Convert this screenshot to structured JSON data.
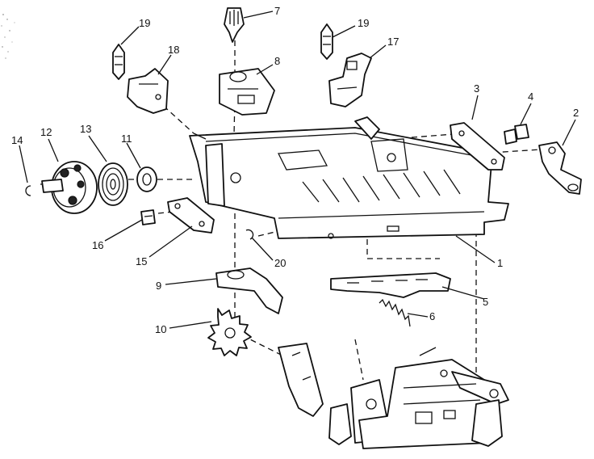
{
  "diagram": {
    "callouts": [
      {
        "id": "1",
        "label": "1"
      },
      {
        "id": "2",
        "label": "2"
      },
      {
        "id": "3",
        "label": "3"
      },
      {
        "id": "4",
        "label": "4"
      },
      {
        "id": "5",
        "label": "5"
      },
      {
        "id": "6",
        "label": "6"
      },
      {
        "id": "7",
        "label": "7"
      },
      {
        "id": "8",
        "label": "8"
      },
      {
        "id": "9",
        "label": "9"
      },
      {
        "id": "10",
        "label": "10"
      },
      {
        "id": "11",
        "label": "11"
      },
      {
        "id": "12",
        "label": "12"
      },
      {
        "id": "13",
        "label": "13"
      },
      {
        "id": "14",
        "label": "14"
      },
      {
        "id": "15",
        "label": "15"
      },
      {
        "id": "16",
        "label": "16"
      },
      {
        "id": "17",
        "label": "17"
      },
      {
        "id": "18",
        "label": "18"
      },
      {
        "id": "19a",
        "label": "19"
      },
      {
        "id": "19b",
        "label": "19"
      },
      {
        "id": "20",
        "label": "20"
      }
    ]
  }
}
